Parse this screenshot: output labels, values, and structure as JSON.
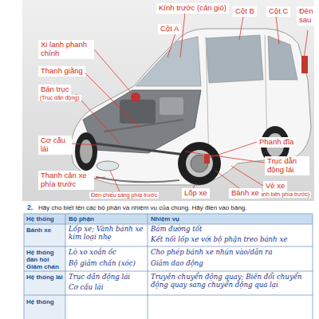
{
  "diagram": {
    "labels": [
      "Kính trước (cản gió)",
      "Cột B",
      "Cột C",
      "Đèn sau",
      "Cột A",
      "Xi lanh phanh chính",
      "Thanh giằng",
      "Bán trục",
      "(Trục dẫn động)",
      "Phanh đĩa",
      "Cơ cấu lái",
      "Trục dẫn động lái",
      "Vè xe",
      "(thanh bên phía trước)",
      "Thanh cản xe phía trước",
      "Đèn chiếu sáng phía trước",
      "Lốp xe",
      "Bánh xe",
      "2.",
      "Hãy cho biết tên các bộ phận và nhiệm vụ của chúng. Hãy điền vào bảng.",
      "Hệ thống",
      "Bộ phận",
      "Nhiệm vụ",
      "Bánh xe",
      "Lốp xe; Vành bánh xe kim loại nhẹ",
      "Bám đường tốt",
      "Kết nối lốp xe với bộ phận treo bánh xe",
      "Hệ thống đàn hồi Giảm chấn",
      "Lò xo xoắn ốc",
      "Bộ giảm chấn (xóc)",
      "Cho phép bánh xe nhún vào/dãn ra",
      "Giảm dao động",
      "Hệ thống lái",
      "Trục dẫn động lái",
      "Cơ cấu lái",
      "Truyền chuyển động quay; Biến đổi chuyển động quay sang chuyển động qua lại",
      "Hệ thống"
    ]
  }
}
